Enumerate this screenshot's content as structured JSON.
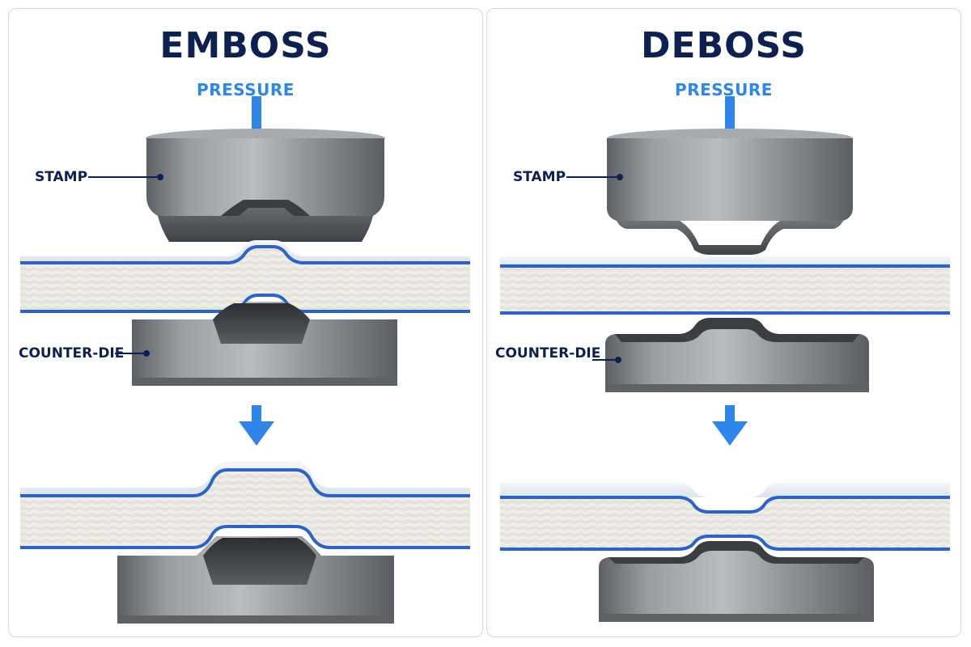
{
  "panels": [
    {
      "title": "EMBOSS",
      "pressure_label": "PRESSURE",
      "stamp_label": "STAMP",
      "counter_die_label": "COUNTER-DIE"
    },
    {
      "title": "DEBOSS",
      "pressure_label": "PRESSURE",
      "stamp_label": "STAMP",
      "counter_die_label": "COUNTER-DIE"
    }
  ],
  "colors": {
    "title": "#0d2150",
    "accent": "#2f86ea",
    "paper_edge": "#2a63c9",
    "steel": "#8a8d92",
    "steel_dark": "#55585d",
    "panel_border": "#cfd9ea"
  }
}
